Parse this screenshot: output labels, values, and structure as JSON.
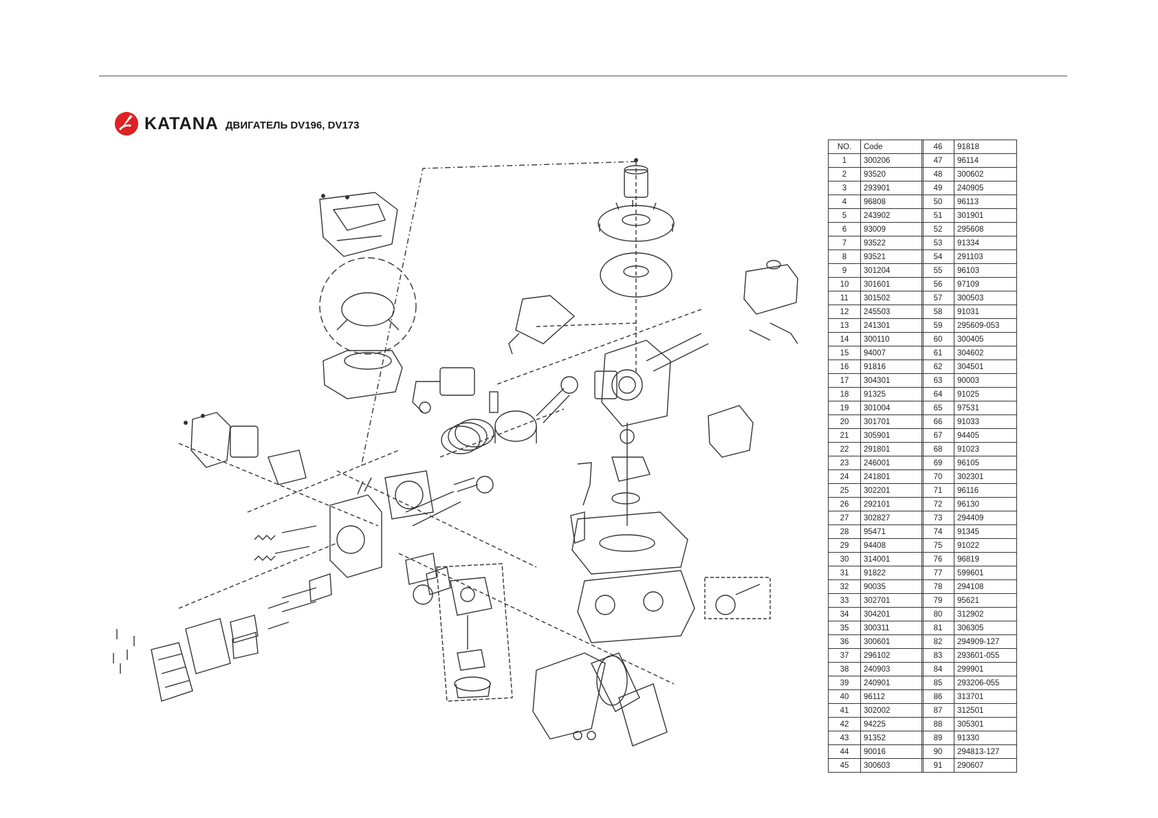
{
  "header": {
    "brand": "KATANA",
    "title": "ДВИГАТЕЛЬ DV196, DV173",
    "brand_color": "#e02121"
  },
  "parts_table": {
    "columns": [
      "NO.",
      "Code"
    ],
    "left": [
      {
        "no": "1",
        "code": "300206"
      },
      {
        "no": "2",
        "code": "93520"
      },
      {
        "no": "3",
        "code": "293901"
      },
      {
        "no": "4",
        "code": "96808"
      },
      {
        "no": "5",
        "code": "243902"
      },
      {
        "no": "6",
        "code": "93009"
      },
      {
        "no": "7",
        "code": "93522"
      },
      {
        "no": "8",
        "code": "93521"
      },
      {
        "no": "9",
        "code": "301204"
      },
      {
        "no": "10",
        "code": "301601"
      },
      {
        "no": "11",
        "code": "301502"
      },
      {
        "no": "12",
        "code": "245503"
      },
      {
        "no": "13",
        "code": "241301"
      },
      {
        "no": "14",
        "code": "300110"
      },
      {
        "no": "15",
        "code": "94007"
      },
      {
        "no": "16",
        "code": "91816"
      },
      {
        "no": "17",
        "code": "304301"
      },
      {
        "no": "18",
        "code": "91325"
      },
      {
        "no": "19",
        "code": "301004"
      },
      {
        "no": "20",
        "code": "301701"
      },
      {
        "no": "21",
        "code": "305901"
      },
      {
        "no": "22",
        "code": "291801"
      },
      {
        "no": "23",
        "code": "246001"
      },
      {
        "no": "24",
        "code": "241801"
      },
      {
        "no": "25",
        "code": "302201"
      },
      {
        "no": "26",
        "code": "292101"
      },
      {
        "no": "27",
        "code": "302827"
      },
      {
        "no": "28",
        "code": "95471"
      },
      {
        "no": "29",
        "code": "94408"
      },
      {
        "no": "30",
        "code": "314001"
      },
      {
        "no": "31",
        "code": "91822"
      },
      {
        "no": "32",
        "code": "90035"
      },
      {
        "no": "33",
        "code": "302701"
      },
      {
        "no": "34",
        "code": "304201"
      },
      {
        "no": "35",
        "code": "300311"
      },
      {
        "no": "36",
        "code": "300601"
      },
      {
        "no": "37",
        "code": "296102"
      },
      {
        "no": "38",
        "code": "240903"
      },
      {
        "no": "39",
        "code": "240901"
      },
      {
        "no": "40",
        "code": "96112"
      },
      {
        "no": "41",
        "code": "302002"
      },
      {
        "no": "42",
        "code": "94225"
      },
      {
        "no": "43",
        "code": "91352"
      },
      {
        "no": "44",
        "code": "90016"
      },
      {
        "no": "45",
        "code": "300603"
      }
    ],
    "right": [
      {
        "no": "46",
        "code": "91818"
      },
      {
        "no": "47",
        "code": "96114"
      },
      {
        "no": "48",
        "code": "300602"
      },
      {
        "no": "49",
        "code": "240905"
      },
      {
        "no": "50",
        "code": "96113"
      },
      {
        "no": "51",
        "code": "301901"
      },
      {
        "no": "52",
        "code": "295608"
      },
      {
        "no": "53",
        "code": "91334"
      },
      {
        "no": "54",
        "code": "291103"
      },
      {
        "no": "55",
        "code": "96103"
      },
      {
        "no": "56",
        "code": "97109"
      },
      {
        "no": "57",
        "code": "300503"
      },
      {
        "no": "58",
        "code": "91031"
      },
      {
        "no": "59",
        "code": "295609-053"
      },
      {
        "no": "60",
        "code": "300405"
      },
      {
        "no": "61",
        "code": "304602"
      },
      {
        "no": "62",
        "code": "304501"
      },
      {
        "no": "63",
        "code": "90003"
      },
      {
        "no": "64",
        "code": "91025"
      },
      {
        "no": "65",
        "code": "97531"
      },
      {
        "no": "66",
        "code": "91033"
      },
      {
        "no": "67",
        "code": "94405"
      },
      {
        "no": "68",
        "code": "91023"
      },
      {
        "no": "69",
        "code": "96105"
      },
      {
        "no": "70",
        "code": "302301"
      },
      {
        "no": "71",
        "code": "96116"
      },
      {
        "no": "72",
        "code": "96130"
      },
      {
        "no": "73",
        "code": "294409"
      },
      {
        "no": "74",
        "code": "91345"
      },
      {
        "no": "75",
        "code": "91022"
      },
      {
        "no": "76",
        "code": "96819"
      },
      {
        "no": "77",
        "code": "599601"
      },
      {
        "no": "78",
        "code": "294108"
      },
      {
        "no": "79",
        "code": "95621"
      },
      {
        "no": "80",
        "code": "312902"
      },
      {
        "no": "81",
        "code": "306305"
      },
      {
        "no": "82",
        "code": "294909-127"
      },
      {
        "no": "83",
        "code": "293601-055"
      },
      {
        "no": "84",
        "code": "299901"
      },
      {
        "no": "85",
        "code": "293206-055"
      },
      {
        "no": "86",
        "code": "313701"
      },
      {
        "no": "87",
        "code": "312501"
      },
      {
        "no": "88",
        "code": "305301"
      },
      {
        "no": "89",
        "code": "91330"
      },
      {
        "no": "90",
        "code": "294813-127"
      },
      {
        "no": "91",
        "code": "290607"
      }
    ]
  }
}
